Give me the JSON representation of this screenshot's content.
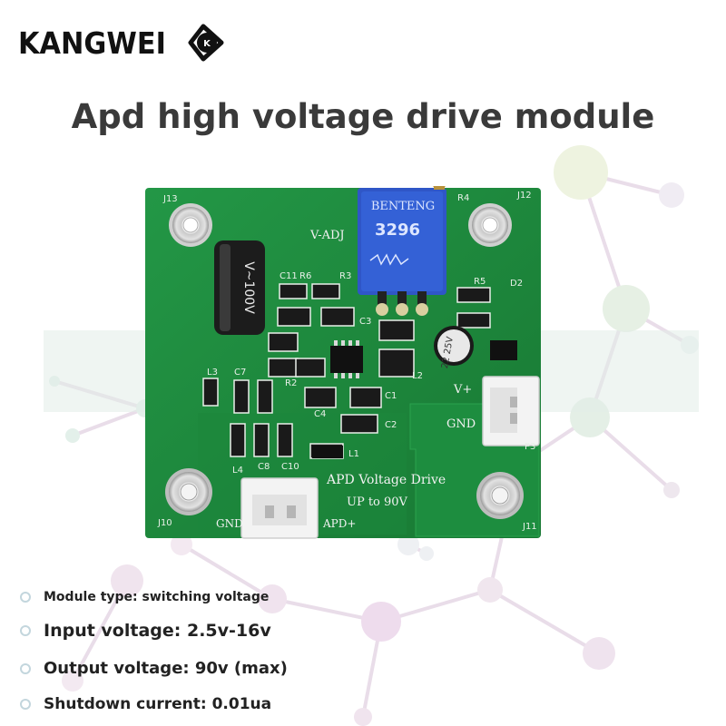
{
  "brand": {
    "name": "KANGWEI",
    "logo_mark": "KANGWEI logo mark"
  },
  "headline": "Apd high voltage drive module",
  "board": {
    "icon": "pcb-module-photo",
    "silkscreen": {
      "j13": "J13",
      "j12": "J12",
      "j10": "J10",
      "j11": "J11",
      "r4": "R4",
      "vadj": "V-ADJ",
      "pot_brand": "BENTENG",
      "pot_model": "3296",
      "c11": "C11",
      "r6": "R6",
      "r3": "R3",
      "r5": "R5",
      "d2": "D2",
      "c3": "C3",
      "c2": "C2",
      "c1": "C1",
      "l1": "L1",
      "l2": "L2",
      "l3": "L3",
      "l4": "L4",
      "c7": "C7",
      "c4": "C4",
      "r2": "R2",
      "c8": "C8",
      "c10": "C10",
      "p3": "P3",
      "vplus": "V+",
      "gnd": "GND",
      "gnd_bottom": "GND",
      "apd_plus": "APD+",
      "title_line1": "APD Voltage Drive",
      "title_line2": "UP to 90V"
    },
    "colors": {
      "pcb": "#1f8a3e",
      "pcb_dark": "#15682c",
      "pot": "#2f56c7",
      "connector": "#f3f3f3"
    }
  },
  "specs": [
    {
      "text": "Module type: switching voltage"
    },
    {
      "text": "Input voltage: 2.5v-16v"
    },
    {
      "text": "Output voltage: 90v (max)"
    },
    {
      "text": "Shutdown current: 0.01ua"
    }
  ]
}
